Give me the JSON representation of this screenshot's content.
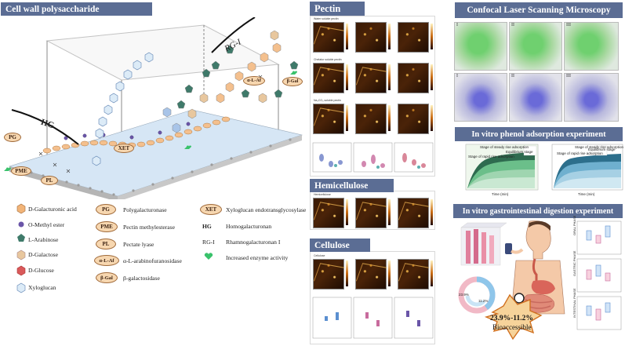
{
  "left": {
    "title": "Cell wall polysaccharide",
    "labels": {
      "rg1": "RG-I",
      "hg": "HG"
    },
    "bubbles": {
      "pg": "PG",
      "pme": "PME",
      "pl": "PL",
      "xet": "XET",
      "alaf": "α-L-Af",
      "bgal": "β-Gal"
    },
    "legend_col1": [
      {
        "icon": "hexagon-orange",
        "text": "D-Galacturonic acid"
      },
      {
        "icon": "ball-purple",
        "text": "O-Methyl ester"
      },
      {
        "icon": "pentagon-green",
        "text": "L-Arabinose"
      },
      {
        "icon": "hexagon-tan",
        "text": "D-Galactose"
      },
      {
        "icon": "hexagon-red",
        "text": "D-Glucose"
      },
      {
        "icon": "hexagon-blue",
        "text": "Xyloglucan"
      }
    ],
    "legend_col2": [
      {
        "abbr": "PG",
        "text": "Polygalacturonase"
      },
      {
        "abbr": "PME",
        "text": "Pectin methylesterase"
      },
      {
        "abbr": "PL",
        "text": "Pectate lyase"
      },
      {
        "abbr": "α-L-Af",
        "text": "α-L-arabinofuranosidase"
      },
      {
        "abbr": "β-Gal",
        "text": "β-galactosidase"
      }
    ],
    "legend_col3": [
      {
        "abbr": "XET",
        "text": "Xyloglucan endotransglycosylase"
      },
      {
        "abbr": "HG",
        "text": "Homogalacturonan"
      },
      {
        "abbr": "RG-I",
        "text": "Rhamnogalacturonan I"
      },
      {
        "abbr": "",
        "text": "Increased enzyme activity"
      }
    ]
  },
  "middle": {
    "pectin": "Pectin",
    "hemicellulose": "Hemicellulose",
    "cellulose": "Cellulose",
    "pectin_rows": [
      "Water soluble pectin",
      "Chelator soluble pectin",
      "Na₂CO₃ soluble pectin"
    ],
    "hemi_row": "Hemicellulose",
    "cell_row": "Cellulose"
  },
  "right": {
    "clsm": "Confocal Laser Scanning Microscopy",
    "roman": [
      "I",
      "II",
      "III"
    ],
    "phenol": "In vitro phenol adsorption experiment",
    "digestion": "In vitro gastrointestinal digestion experiment",
    "bioaccessible_pct": "23.9%-11.2%",
    "bioaccessible_word": "Bioaccessible",
    "phenol_chart1": {
      "stage1": "Stage of steady rise adsorption",
      "stage2": "Equilibrium stage",
      "stage3": "Stage of rapid rise adsorption",
      "xlabel": "Time (min)"
    },
    "phenol_chart2": {
      "stage1": "Stage of steady rise adsorption",
      "stage2": "Equilibrium stage",
      "stage3": "Stage of rapid rise adsorption",
      "xlabel": "Time (min)"
    },
    "gi_phases": [
      "ORAL PHASE",
      "GASTRIC PHASE",
      "INTESTINAL PHASE"
    ],
    "donut_pcts": [
      "23.9%",
      "11.2%"
    ]
  },
  "colors": {
    "header": "#5b6d94",
    "membrane": "#d6e6f5",
    "burst": "#f6d39a"
  }
}
